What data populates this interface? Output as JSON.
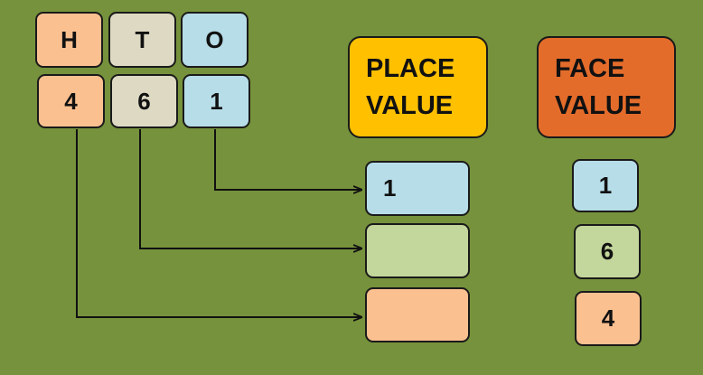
{
  "place_table": {
    "headers": [
      "H",
      "T",
      "O"
    ],
    "digits": [
      "4",
      "6",
      "1"
    ]
  },
  "place_value": {
    "title_line1": "PLACE",
    "title_line2": "VALUE",
    "answers": [
      "1",
      "",
      ""
    ]
  },
  "face_value": {
    "title_line1": "FACE",
    "title_line2": "VALUE",
    "answers": [
      "1",
      "6",
      "4"
    ]
  },
  "colors": {
    "background": "#76923c",
    "hundreds": "#fac090",
    "tens": "#ddd9c3",
    "ones": "#b7dde8",
    "green": "#c3d69b",
    "place_header": "#ffc000",
    "face_header": "#e46c2b"
  }
}
